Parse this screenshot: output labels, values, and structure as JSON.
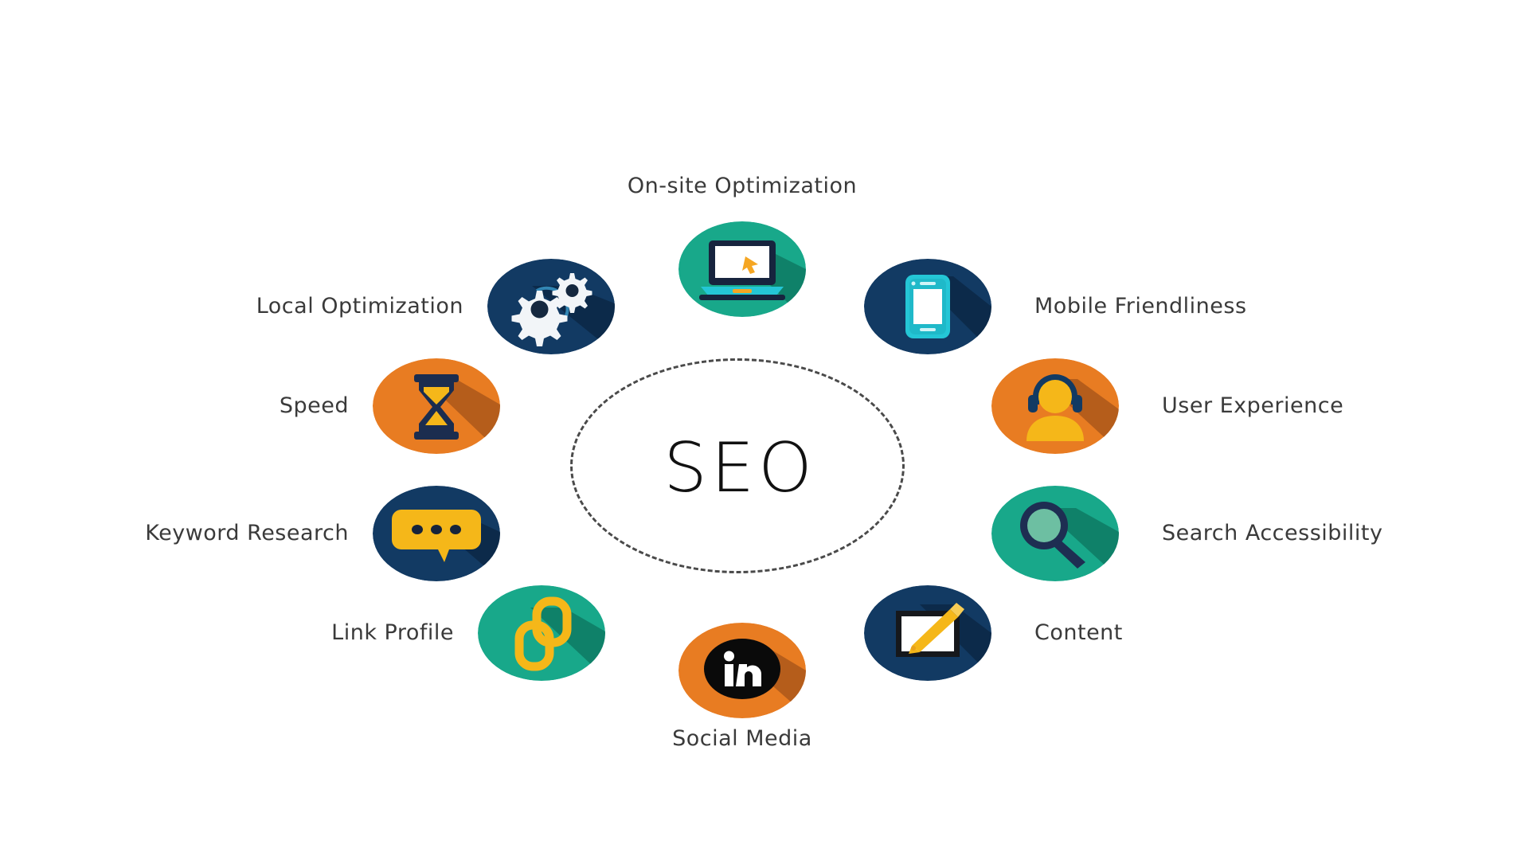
{
  "center": {
    "label": "SEO",
    "shape": "dashed-ellipse"
  },
  "colors": {
    "teal": "#18A88A",
    "teal_dark": "#0E7A63",
    "navy": "#123A63",
    "navy_dark": "#0B2744",
    "orange": "#E87C22",
    "orange_dark": "#A8551A",
    "yellow": "#F5B719",
    "cyan": "#24C6D6",
    "white": "#FFFFFF",
    "black": "#000000",
    "text": "#3A3A3A",
    "dash": "#4A4A4A",
    "background": "#FFFFFF"
  },
  "nodes": [
    {
      "id": "on-site-optimization",
      "label": "On-site Optimization",
      "icon": "laptop-icon",
      "badge_color": "#18A88A",
      "label_position": "top"
    },
    {
      "id": "mobile-friendliness",
      "label": "Mobile Friendliness",
      "icon": "smartphone-icon",
      "badge_color": "#123A63",
      "label_position": "right"
    },
    {
      "id": "user-experience",
      "label": "User Experience",
      "icon": "user-headset-icon",
      "badge_color": "#E87C22",
      "label_position": "right"
    },
    {
      "id": "search-accessibility",
      "label": "Search Accessibility",
      "icon": "magnifier-icon",
      "badge_color": "#18A88A",
      "label_position": "right"
    },
    {
      "id": "content",
      "label": "Content",
      "icon": "pencil-note-icon",
      "badge_color": "#123A63",
      "label_position": "right"
    },
    {
      "id": "social-media",
      "label": "Social Media",
      "icon": "linkedin-icon",
      "badge_color": "#E87C22",
      "label_position": "bottom"
    },
    {
      "id": "link-profile",
      "label": "Link Profile",
      "icon": "chain-link-icon",
      "badge_color": "#18A88A",
      "label_position": "left"
    },
    {
      "id": "keyword-research",
      "label": "Keyword Research",
      "icon": "speech-bubble-icon",
      "badge_color": "#123A63",
      "label_position": "left"
    },
    {
      "id": "speed",
      "label": "Speed",
      "icon": "hourglass-icon",
      "badge_color": "#E87C22",
      "label_position": "left"
    },
    {
      "id": "local-optimization",
      "label": "Local Optimization",
      "icon": "gears-icon",
      "badge_color": "#123A63",
      "label_position": "left"
    }
  ]
}
